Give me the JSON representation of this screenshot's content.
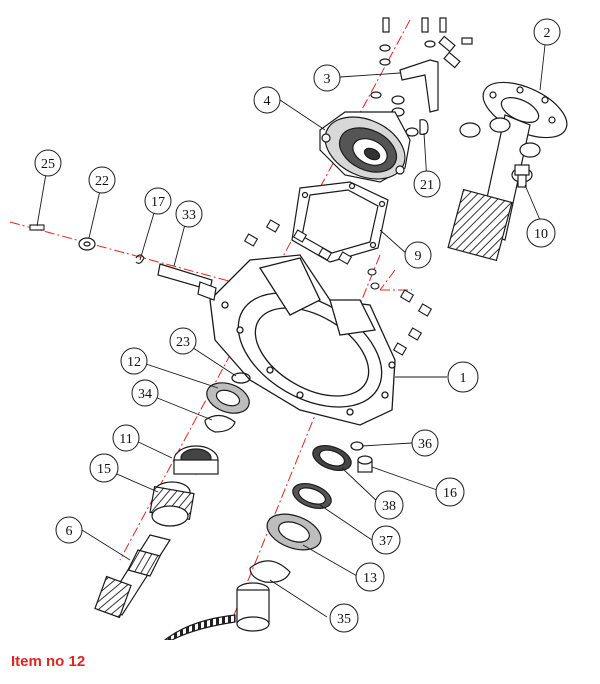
{
  "diagram": {
    "callouts": [
      "1",
      "2",
      "3",
      "4",
      "6",
      "9",
      "10",
      "11",
      "12",
      "13",
      "15",
      "16",
      "17",
      "21",
      "22",
      "23",
      "25",
      "33",
      "34",
      "35",
      "36",
      "37",
      "38"
    ]
  },
  "caption": "Item no 12",
  "colors": {
    "caption": "#e02424",
    "axis": "#e02424",
    "lines": "#1a1a1a"
  }
}
